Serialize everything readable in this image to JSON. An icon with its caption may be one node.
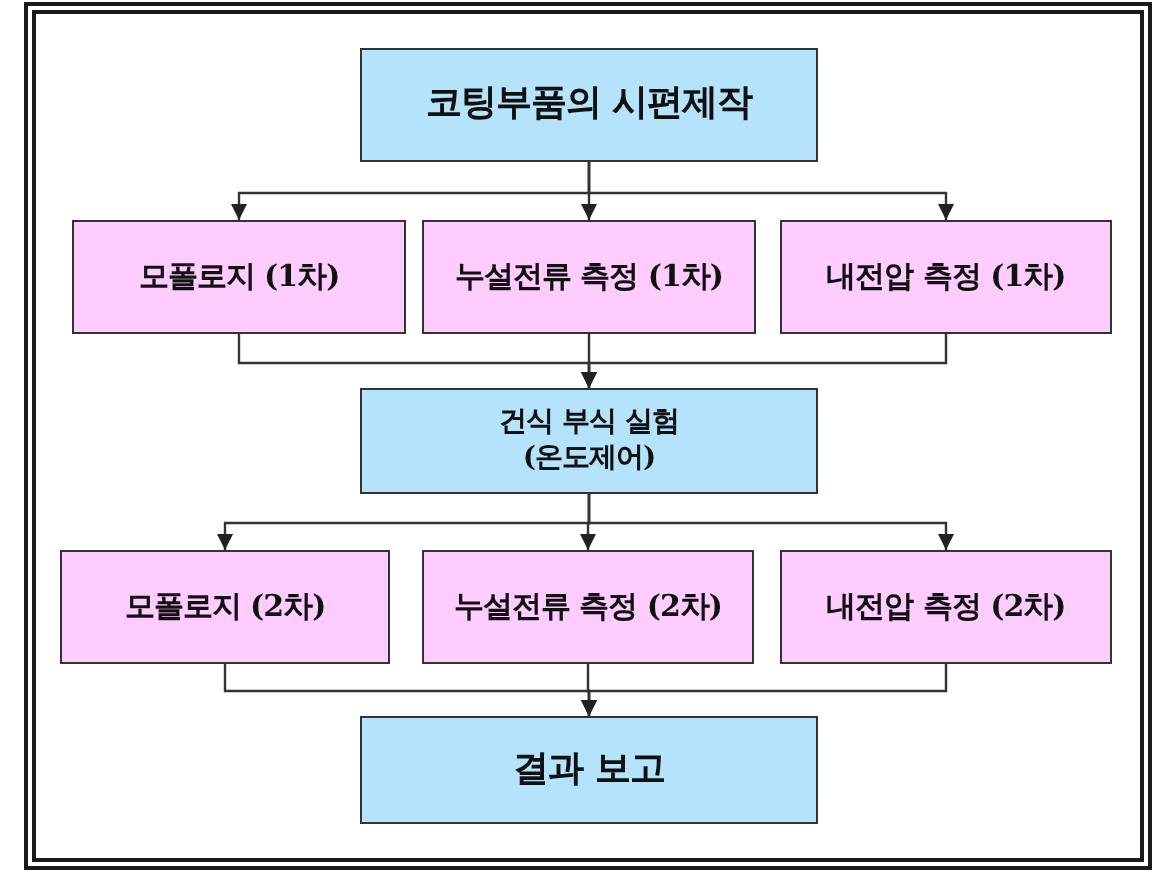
{
  "diagram": {
    "nodes": [
      {
        "text": [
          "코팅부품의 시편제작"
        ]
      },
      {
        "text": [
          "모폴로지 (1차)"
        ]
      },
      {
        "text": [
          "누설전류 측정 (1차)"
        ]
      },
      {
        "text": [
          "내전압 측정 (1차)"
        ]
      },
      {
        "text": [
          "건식 부식 실험",
          "(온도제어)"
        ]
      },
      {
        "text": [
          "모폴로지 (2차)"
        ]
      },
      {
        "text": [
          "누설전류 측정 (2차)"
        ]
      },
      {
        "text": [
          "내전압 측정 (2차)"
        ]
      },
      {
        "text": [
          "결과 보고"
        ]
      }
    ],
    "edges": [
      {
        "from": 0,
        "to": 1,
        "arrow": "to"
      },
      {
        "from": 0,
        "to": 2,
        "arrow": "to"
      },
      {
        "from": 0,
        "to": 3,
        "arrow": "to"
      },
      {
        "from": 1,
        "to": 4,
        "arrow": "to"
      },
      {
        "from": 2,
        "to": 4,
        "arrow": "to"
      },
      {
        "from": 3,
        "to": 4,
        "arrow": "to"
      },
      {
        "from": 4,
        "to": 5,
        "arrow": "to"
      },
      {
        "from": 4,
        "to": 6,
        "arrow": "to"
      },
      {
        "from": 4,
        "to": 7,
        "arrow": "to"
      },
      {
        "from": 5,
        "to": 8,
        "arrow": "to"
      },
      {
        "from": 6,
        "to": 8,
        "arrow": "to"
      },
      {
        "from": 7,
        "to": 8,
        "arrow": "to"
      }
    ]
  }
}
